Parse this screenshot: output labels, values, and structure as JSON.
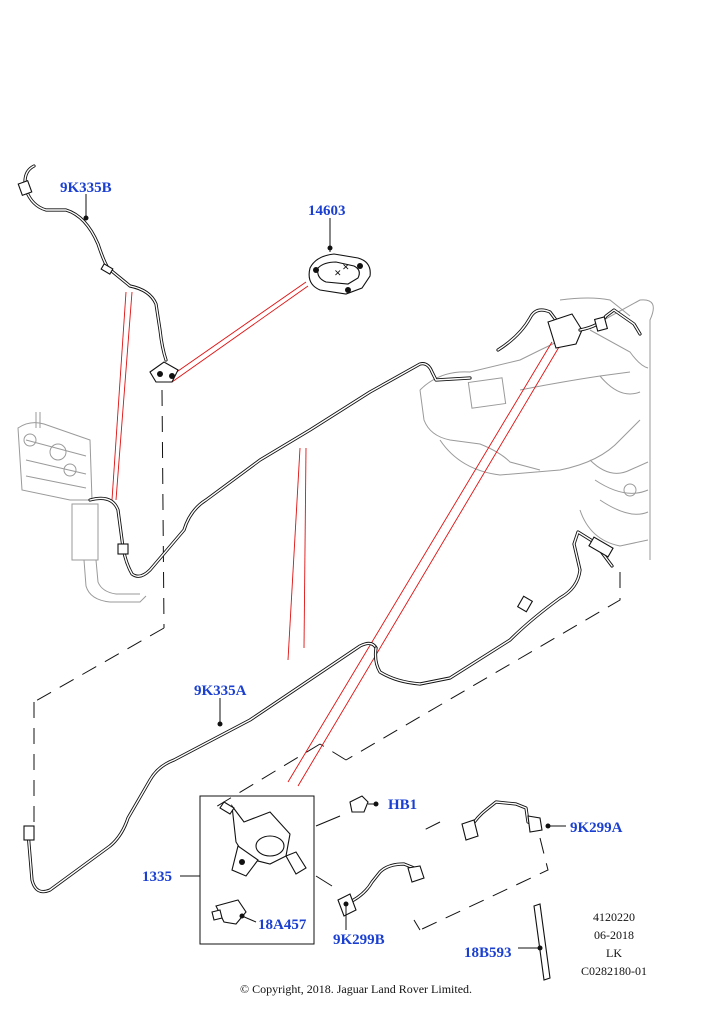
{
  "callouts": {
    "c_9k335b": "9K335B",
    "c_14603": "14603",
    "c_9k335a": "9K335A",
    "c_hb1": "HB1",
    "c_9k299a": "9K299A",
    "c_1335": "1335",
    "c_18a457": "18A457",
    "c_9k299b": "9K299B",
    "c_18b593": "18B593"
  },
  "meta": {
    "line1": "4120220",
    "line2": "06-2018",
    "line3": "LK",
    "line4": "C0282180-01"
  },
  "copyright": "© Copyright, 2018. Jaguar Land Rover Limited.",
  "colors": {
    "callout": "#1a3fd1",
    "leader_red": "#e01010",
    "line": "#111111"
  }
}
